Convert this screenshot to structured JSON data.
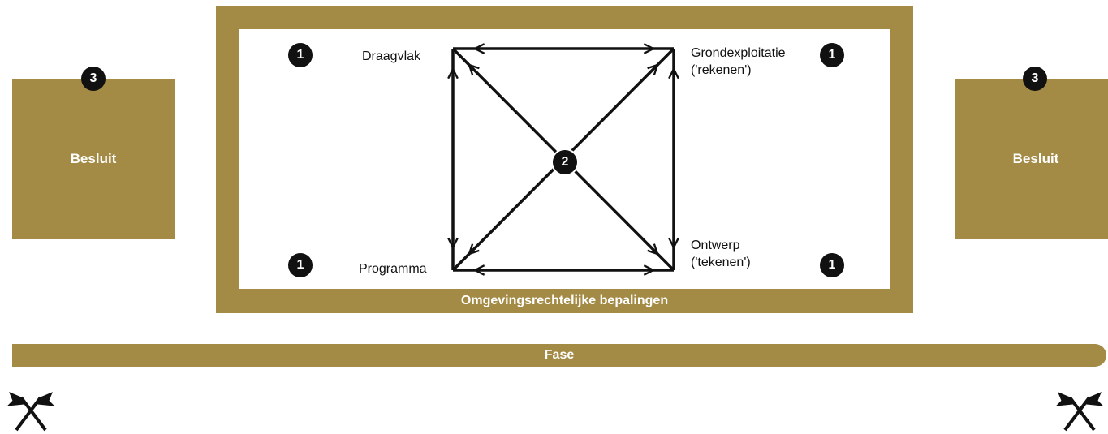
{
  "left_box": {
    "label": "Besluit",
    "badge": "3"
  },
  "right_box": {
    "label": "Besluit",
    "badge": "3"
  },
  "frame": {
    "label": "Omgevingsrechtelijke bepalingen"
  },
  "corners": {
    "top_left": {
      "label": "Draagvlak",
      "badge": "1"
    },
    "top_right": {
      "line1": "Grondexploitatie",
      "line2": "('rekenen')",
      "badge": "1"
    },
    "bottom_left": {
      "label": "Programma",
      "badge": "1"
    },
    "bottom_right": {
      "line1": "Ontwerp",
      "line2": "('tekenen')",
      "badge": "1"
    }
  },
  "center_badge": "2",
  "phase_bar": {
    "label": "Fase"
  },
  "colors": {
    "gold": "#a38a45",
    "dark": "#111111"
  },
  "icons": [
    "crossed-flags-icon",
    "crossed-flags-icon"
  ]
}
